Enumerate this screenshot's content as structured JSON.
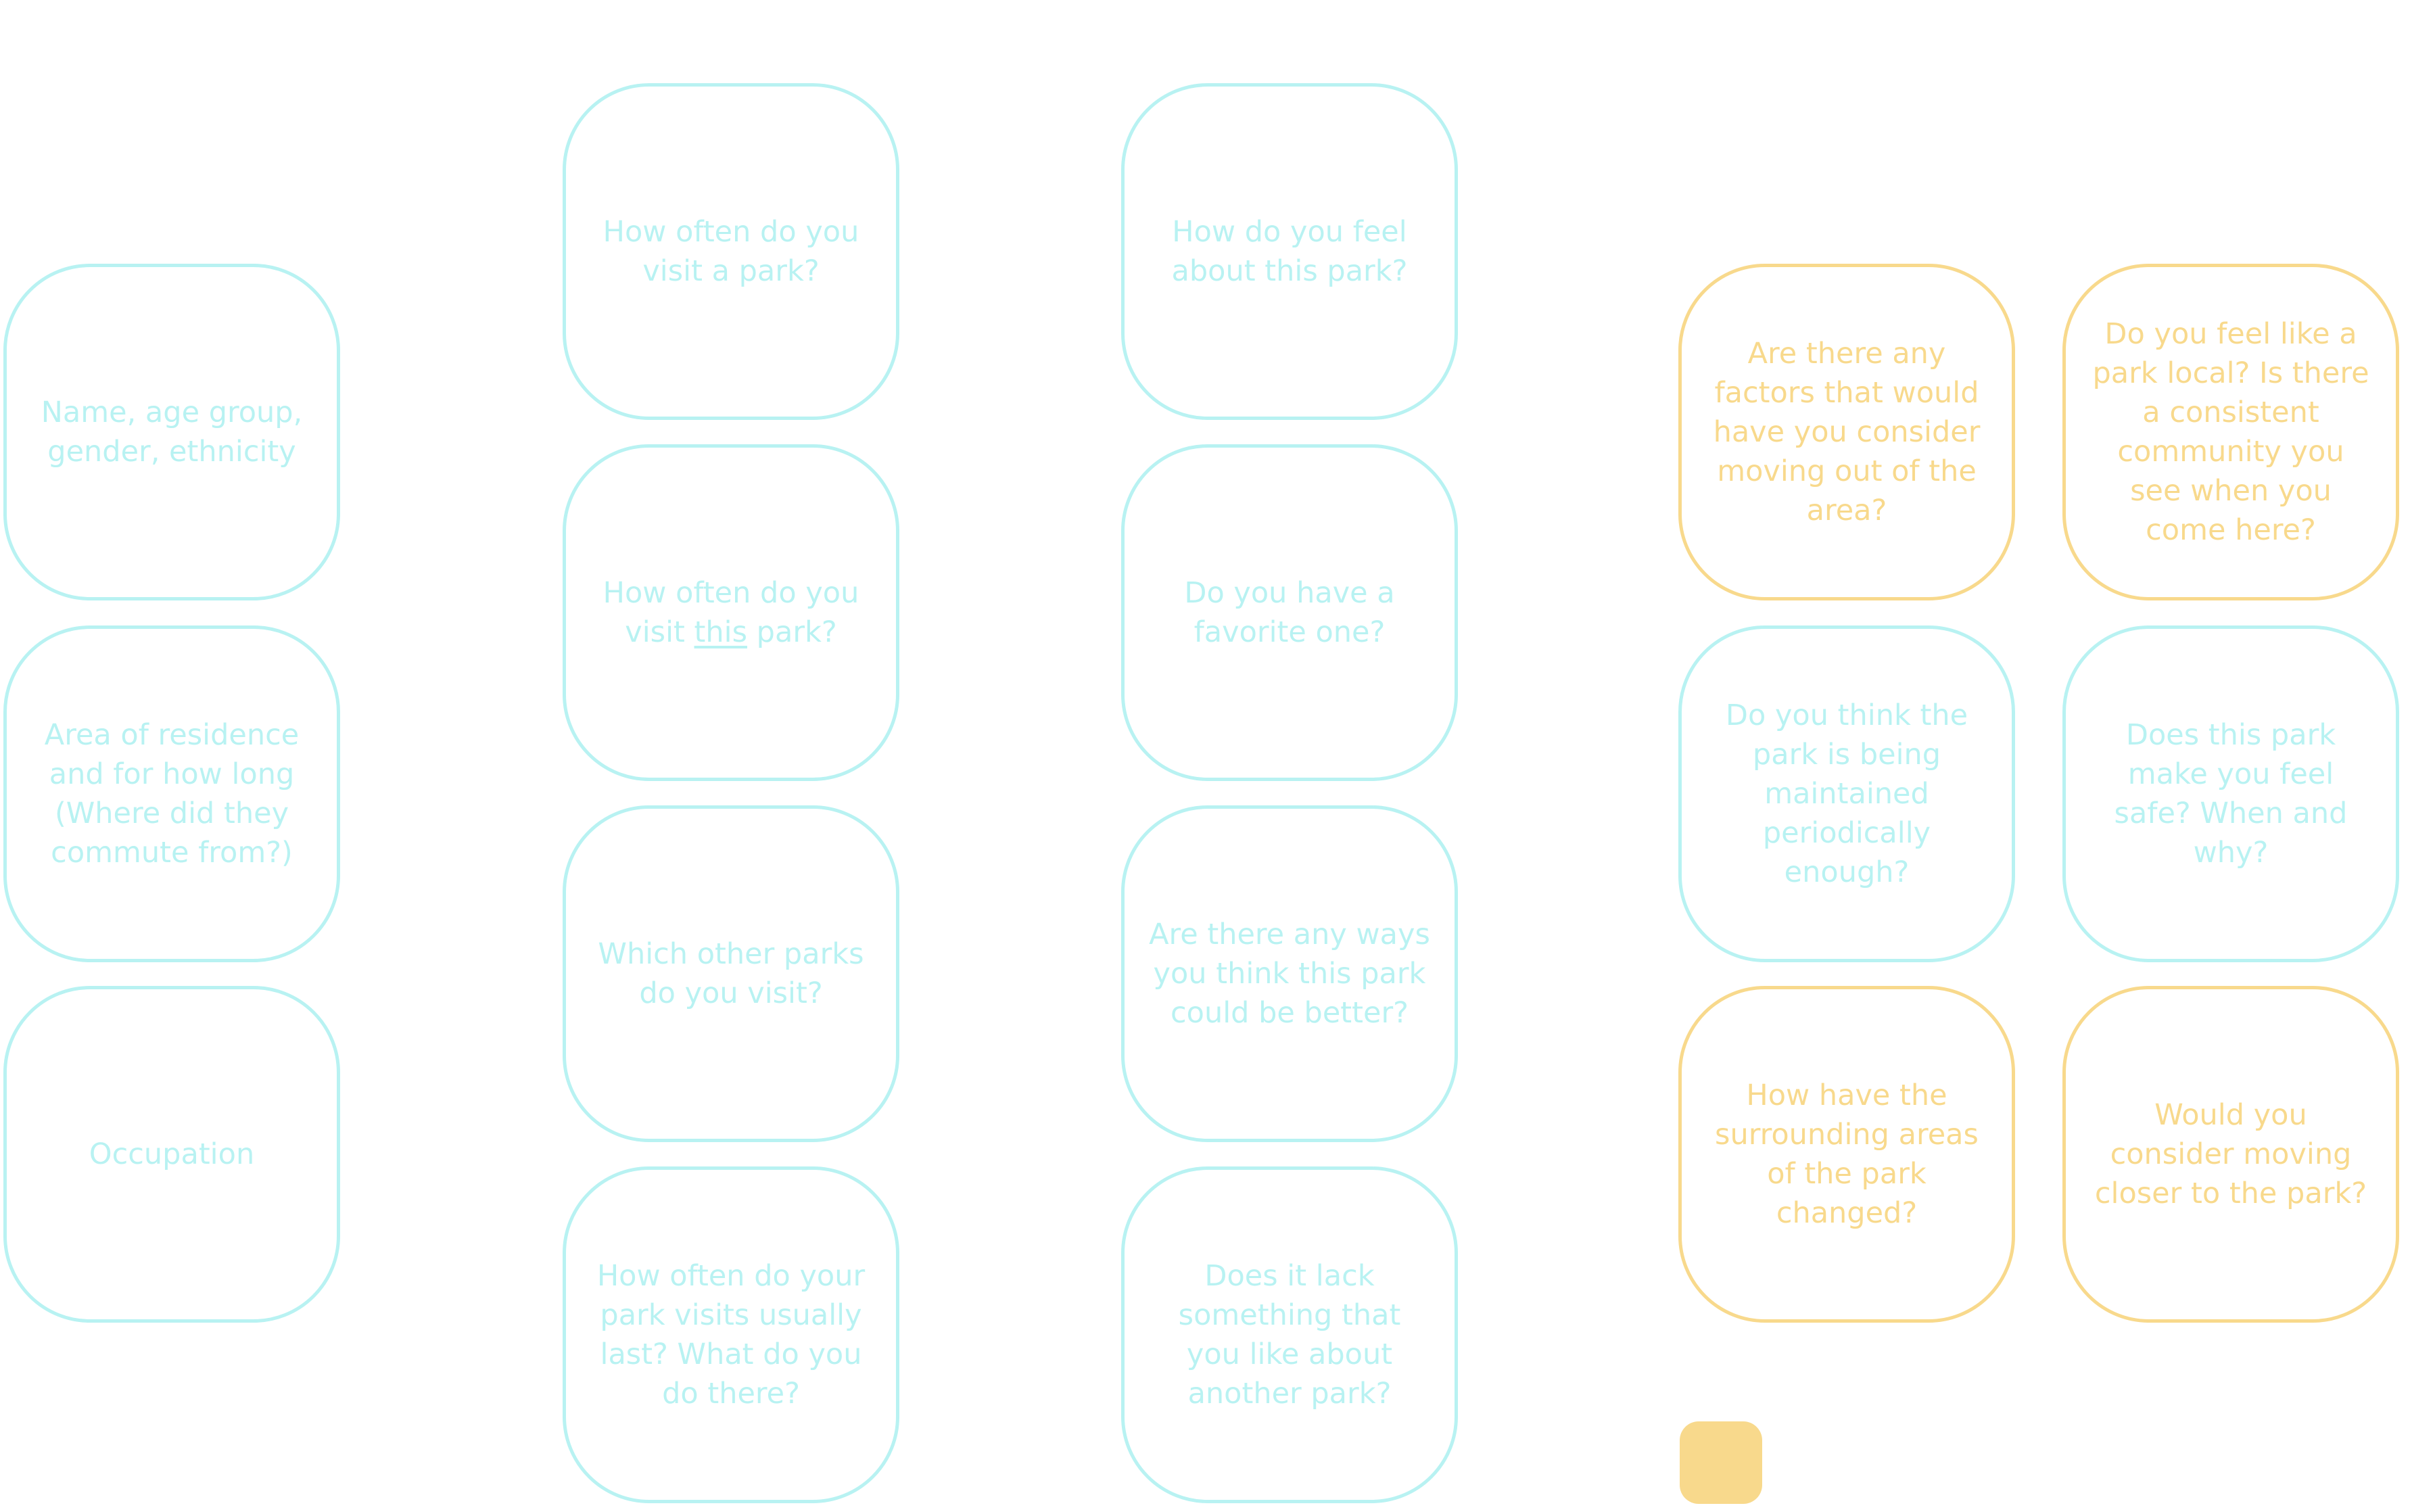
{
  "colors": {
    "cyan": "#b8f2f2",
    "yellow": "#f8d98c"
  },
  "columns": {
    "demographics": [
      "Name, age group, gender, ethnicity",
      "Area of residence and for how long (Where did they commute from?)",
      "Occupation"
    ],
    "visit_habits": [
      "How often do you visit a park?",
      {
        "before": "How often do you visit ",
        "underlined": "this",
        "after": " park?"
      },
      "Which other parks do you visit?",
      "How often do your park visits usually last? What do you do there?"
    ],
    "opinions": [
      "How do you feel about this park?",
      "Do you have a favorite one?",
      "Are there any ways you think this park could be better?",
      "Does it lack something that you like about another park?"
    ],
    "community": [
      "Are there any factors that would have you consider moving out of the area?",
      "Do you feel like a park local? Is there a consistent community you see when you come here?",
      "Do you think the park is being maintained periodically enough?",
      "Does this park make you feel safe? When and why?",
      "How have the surrounding areas of the park changed?",
      "Would you consider moving closer to the park?"
    ]
  }
}
